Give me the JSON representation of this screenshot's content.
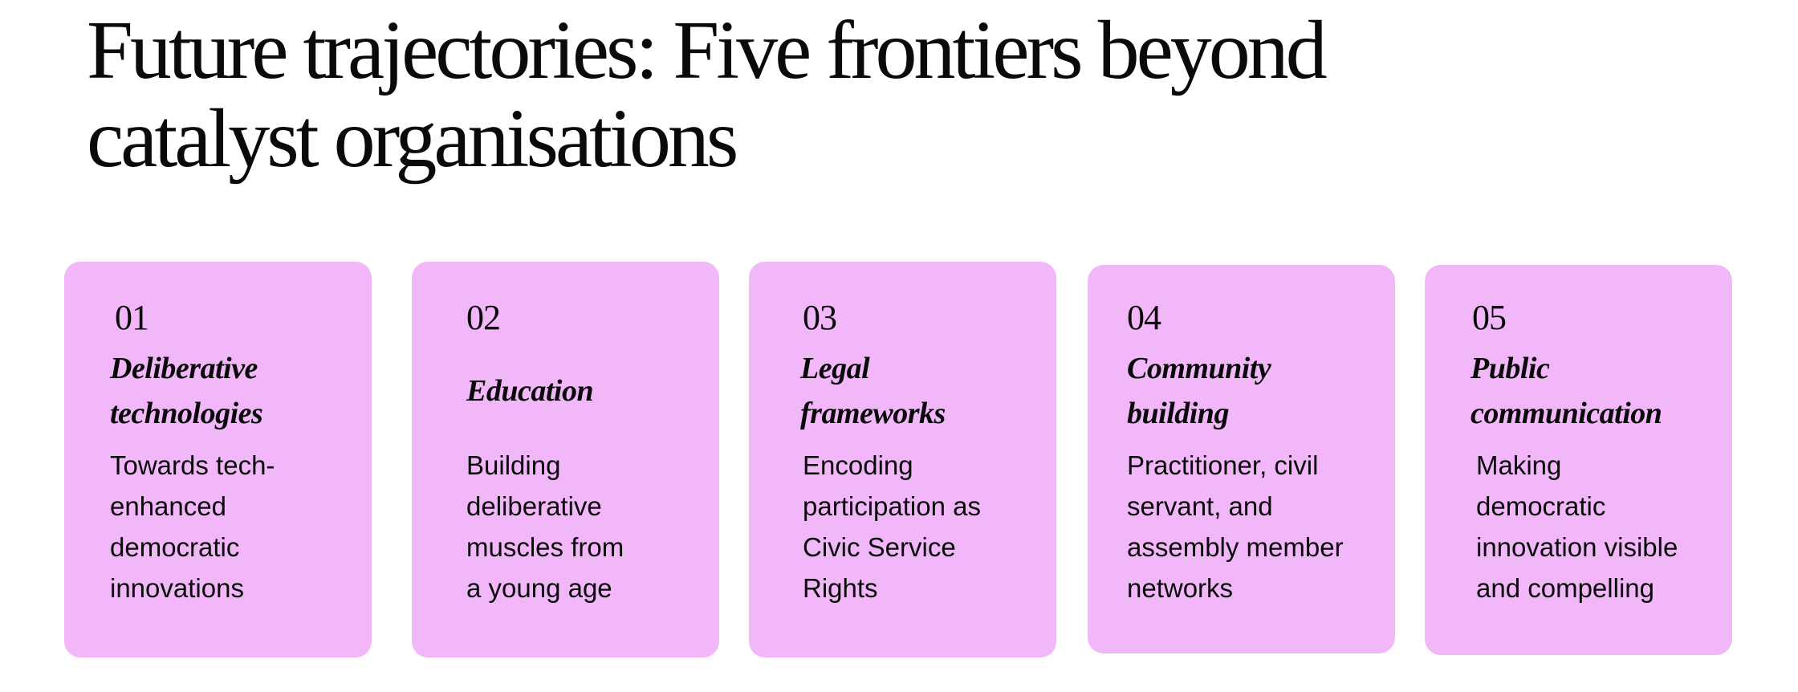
{
  "title": {
    "line1": "Future trajectories: Five frontiers beyond",
    "line2": "catalyst organisations"
  },
  "cards": [
    {
      "number": "01",
      "title": "Deliberative\ntechnologies",
      "body": "Towards tech-\nenhanced\ndemocratic\ninnovations"
    },
    {
      "number": "02",
      "title": "Education",
      "body": "Building\ndeliberative\nmuscles from\na young age"
    },
    {
      "number": "03",
      "title": "Legal\nframeworks",
      "body": "Encoding\nparticipation as\nCivic Service\nRights"
    },
    {
      "number": "04",
      "title": "Community\nbuilding",
      "body": "Practitioner, civil\nservant, and\nassembly member\nnetworks"
    },
    {
      "number": "05",
      "title": "Public\ncommunication",
      "body": "Making\ndemocratic\ninnovation visible\nand compelling"
    }
  ],
  "colors": {
    "card": "#f2b7f8",
    "text": "#0a0a0a"
  }
}
